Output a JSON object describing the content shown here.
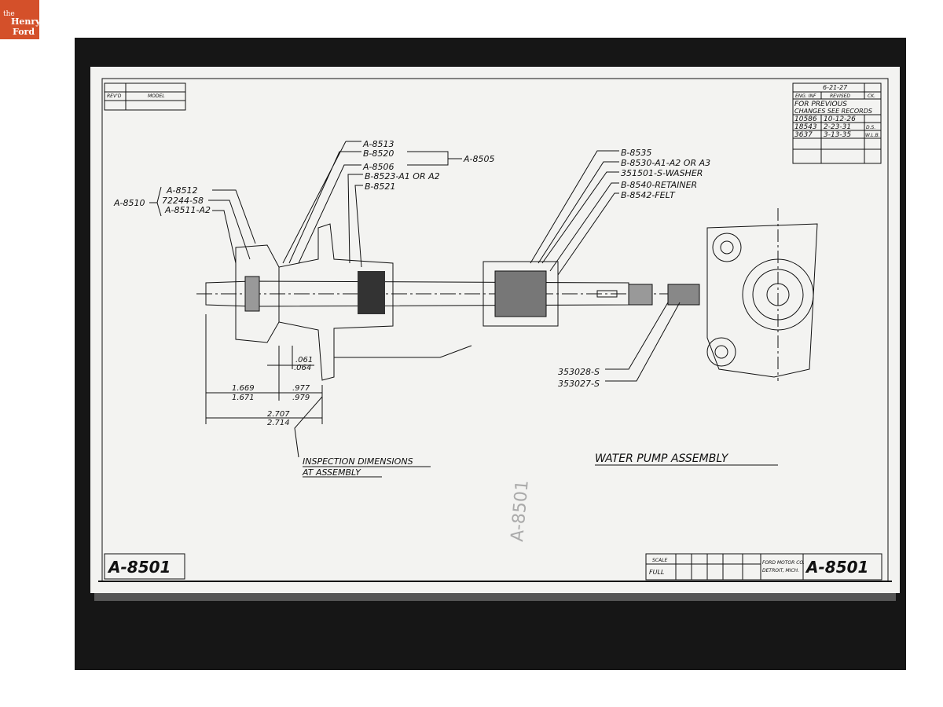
{
  "logo": {
    "the": "the",
    "henry": "Henry",
    "ford": "Ford",
    "color": "#d4502a"
  },
  "drawing": {
    "number": "A-8501",
    "title": "WATER PUMP ASSEMBLY",
    "handwritten_number": "A-8501",
    "model_table": {
      "model_label": "MODEL",
      "rev_label": "REV'D"
    },
    "revision_table": {
      "date": "6-21-27",
      "headers": [
        "ENG. INF",
        "REVISED",
        "CK."
      ],
      "note_line1": "FOR PREVIOUS",
      "note_line2": "CHANGES SEE RECORDS",
      "rows": [
        [
          "10586",
          "10-12-26",
          ""
        ],
        [
          "18543",
          "2-23-31",
          "D.S."
        ],
        [
          "3637",
          "3-13-35",
          "W.L.B."
        ]
      ]
    },
    "title_block": {
      "company_line1": "FORD MOTOR CO.",
      "company_line2": "DETROIT, MICH.",
      "scale_label": "SCALE",
      "scale_value": "FULL"
    },
    "callouts_left": {
      "group": "A-8510",
      "items": [
        "A-8512",
        "72244-S8",
        "A-8511-A2"
      ]
    },
    "callouts_center": [
      "A-8513",
      "B-8520",
      "A-8506",
      "B-8523-A1 OR A2",
      "B-8521"
    ],
    "callout_bracket": "A-8505",
    "callouts_right": [
      "B-8535",
      "B-8530-A1-A2 OR A3",
      "351501-S-WASHER",
      "B-8540-RETAINER",
      "B-8542-FELT"
    ],
    "callouts_lower": [
      "353028-S",
      "353027-S"
    ],
    "dimensions": {
      "gap": [
        ".061",
        ".064"
      ],
      "d1": [
        "1.669",
        "1.671"
      ],
      "d2": [
        ".977",
        ".979"
      ],
      "d3": [
        "2.707",
        "2.714"
      ]
    },
    "note_line1": "INSPECTION DIMENSIONS",
    "note_line2": "AT ASSEMBLY"
  }
}
